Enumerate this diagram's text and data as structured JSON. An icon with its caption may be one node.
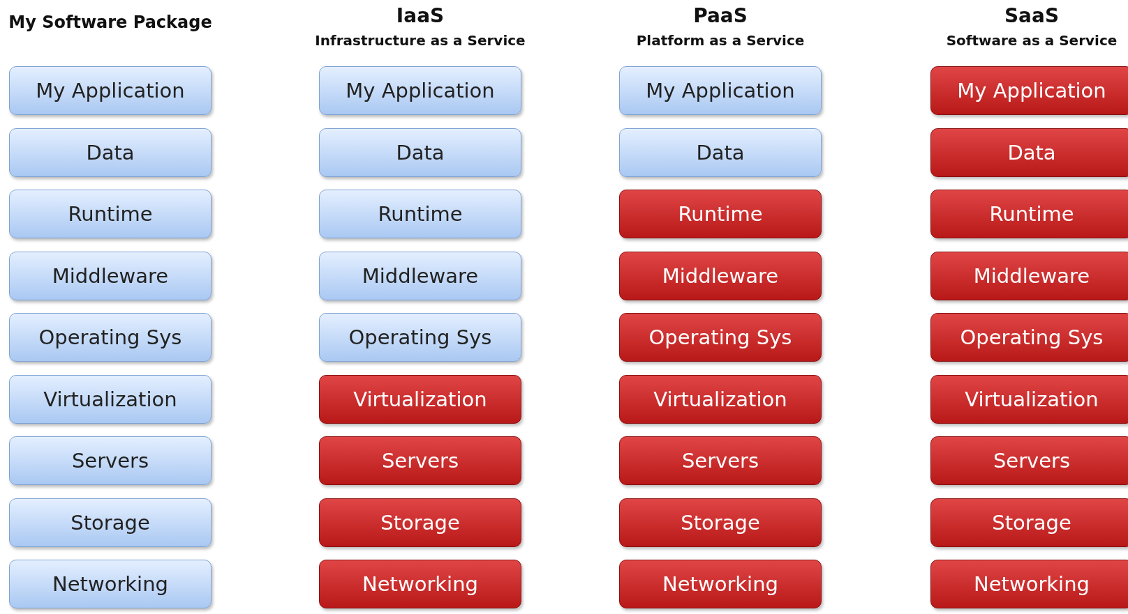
{
  "diagram": {
    "nodes": [
      {
        "text": [
          "My Application"
        ]
      },
      {
        "text": [
          "Data"
        ]
      },
      {
        "text": [
          "Runtime"
        ]
      },
      {
        "text": [
          "Middleware"
        ]
      },
      {
        "text": [
          "Operating Sys"
        ]
      },
      {
        "text": [
          "Virtualization"
        ]
      },
      {
        "text": [
          "Servers"
        ]
      },
      {
        "text": [
          "Storage"
        ]
      },
      {
        "text": [
          "Networking"
        ]
      },
      {
        "text": [
          "My Application"
        ]
      },
      {
        "text": [
          "Data"
        ]
      },
      {
        "text": [
          "Runtime"
        ]
      },
      {
        "text": [
          "Middleware"
        ]
      },
      {
        "text": [
          "Operating Sys"
        ]
      },
      {
        "text": [
          "Virtualization"
        ]
      },
      {
        "text": [
          "Servers"
        ]
      },
      {
        "text": [
          "Storage"
        ]
      },
      {
        "text": [
          "Networking"
        ]
      },
      {
        "text": [
          "My Application"
        ]
      },
      {
        "text": [
          "Data"
        ]
      },
      {
        "text": [
          "Runtime"
        ]
      },
      {
        "text": [
          "Middleware"
        ]
      },
      {
        "text": [
          "Operating Sys"
        ]
      },
      {
        "text": [
          "Virtualization"
        ]
      },
      {
        "text": [
          "Servers"
        ]
      },
      {
        "text": [
          "Storage"
        ]
      },
      {
        "text": [
          "Networking"
        ]
      },
      {
        "text": [
          "My Application"
        ]
      },
      {
        "text": [
          "Data"
        ]
      },
      {
        "text": [
          "Runtime"
        ]
      },
      {
        "text": [
          "Middleware"
        ]
      },
      {
        "text": [
          "Operating Sys"
        ]
      },
      {
        "text": [
          "Virtualization"
        ]
      },
      {
        "text": [
          "Servers"
        ]
      },
      {
        "text": [
          "Storage"
        ]
      },
      {
        "text": [
          "Networking"
        ]
      }
    ],
    "labels": [
      "My Software Package",
      "IaaS",
      "Infrastructure as a Service",
      "PaaS",
      "Platform as a Service",
      "SaaS",
      "Software as a Service"
    ]
  }
}
